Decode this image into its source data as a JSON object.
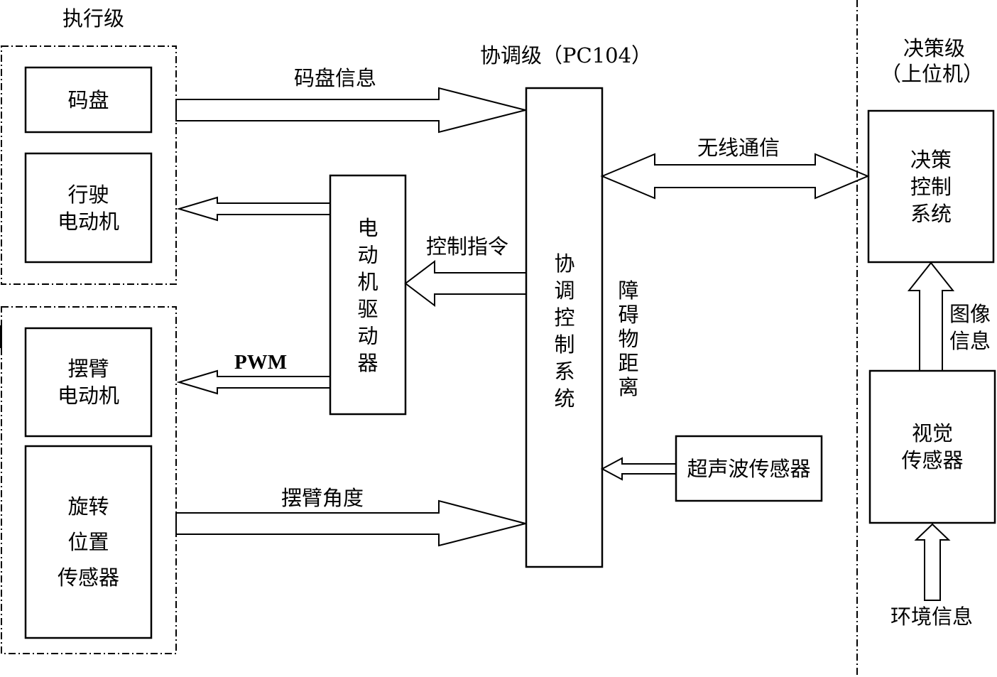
{
  "levels": {
    "execution": "执行级",
    "coordination": "协调级（PC104）",
    "decision_line1": "决策级",
    "decision_line2": "（上位机）"
  },
  "boxes": {
    "encoder": "码盘",
    "drive_motor_line1": "行驶",
    "drive_motor_line2": "电动机",
    "swing_motor_line1": "摆臂",
    "swing_motor_line2": "电动机",
    "rotary_sensor_line1": "旋转",
    "rotary_sensor_line2": "位置",
    "rotary_sensor_line3": "传感器",
    "motor_driver": "电动机驱动器",
    "coord_control": "协调控制系统",
    "ultrasonic": "超声波传感器",
    "decision_line1": "决策",
    "decision_line2": "控制",
    "decision_line3": "系统",
    "vision_line1": "视觉",
    "vision_line2": "传感器"
  },
  "signals": {
    "encoder_info": "码盘信息",
    "control_cmd": "控制指令",
    "pwm": "PWM",
    "swing_angle": "摆臂角度",
    "wireless": "无线通信",
    "obstacle_distance": "障碍物距离",
    "image_info_line1": "图像",
    "image_info_line2": "信息",
    "environment_info": "环境信息"
  }
}
